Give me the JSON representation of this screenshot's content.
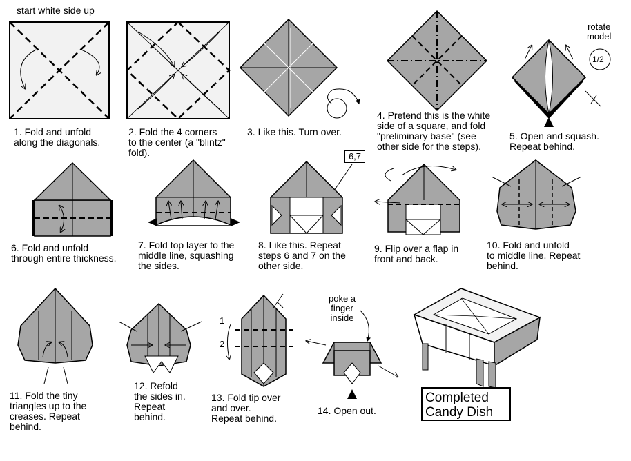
{
  "header": {
    "start_note": "start white side up"
  },
  "steps": [
    {
      "number": "1",
      "caption": "1. Fold and unfold\nalong the diagonals."
    },
    {
      "number": "2",
      "caption": "2. Fold the 4 corners\nto the center (a \"blintz\"\nfold)."
    },
    {
      "number": "3",
      "caption": "3. Like this.  Turn over."
    },
    {
      "number": "4",
      "caption": "4. Pretend this is the white\nside of a square, and fold\n\"preliminary base\" (see\nother side for the steps)."
    },
    {
      "number": "5",
      "caption": "5. Open and squash.\nRepeat behind."
    },
    {
      "number": "6",
      "caption": "6. Fold and unfold\nthrough entire thickness."
    },
    {
      "number": "7",
      "caption": "7. Fold top layer to the\nmiddle line, squashing\nthe sides."
    },
    {
      "number": "8",
      "caption": "8. Like this.  Repeat\nsteps 6 and 7 on the\nother side."
    },
    {
      "number": "9",
      "caption": "9. Flip over a flap in\nfront and back."
    },
    {
      "number": "10",
      "caption": "10.  Fold and unfold\nto middle line.  Repeat\nbehind."
    },
    {
      "number": "11",
      "caption": "11. Fold the tiny\ntriangles up to the\ncreases. Repeat\nbehind."
    },
    {
      "number": "12",
      "caption": "12. Refold\nthe sides in.\nRepeat\nbehind."
    },
    {
      "number": "13",
      "caption": "13.  Fold tip over\nand over.\nRepeat behind."
    },
    {
      "number": "14",
      "caption": "14.  Open out."
    }
  ],
  "annotations": {
    "rotate_model": "rotate\nmodel",
    "rotate_fraction": "1/2",
    "step_reference": "6,7",
    "poke": "poke a\nfinger\ninside",
    "fold_marker_1": "1",
    "fold_marker_2": "2"
  },
  "final_label": "Completed\nCandy Dish",
  "colors": {
    "paper_grey": "#a6a6a6",
    "paper_white": "#f2f2f2",
    "ink": "#000000"
  }
}
